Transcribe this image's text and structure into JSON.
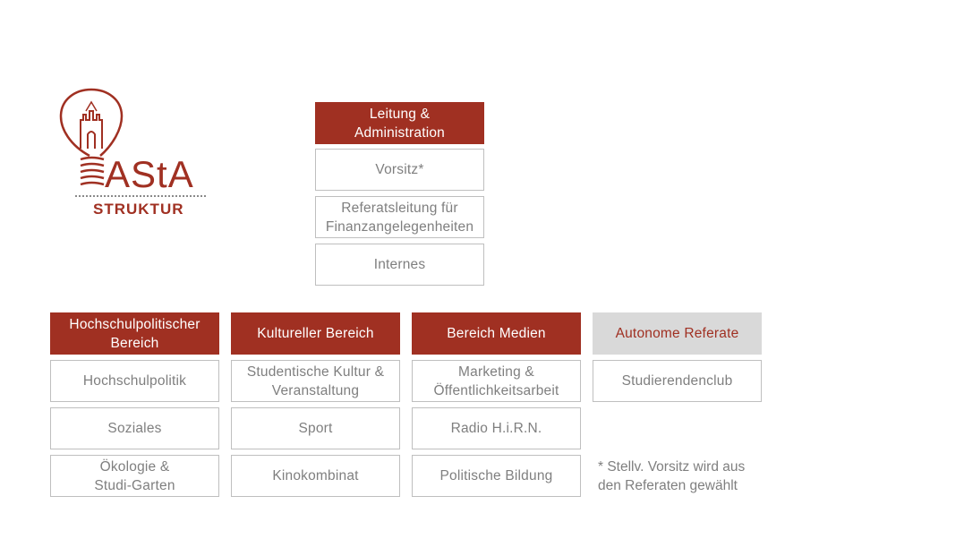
{
  "colors": {
    "accent": "#a03022",
    "box_border": "#bfbfbf",
    "box_text": "#7f7f7f",
    "autonomous_header": "#d9d9d9"
  },
  "logo": {
    "icon": "lightbulb-tower-icon",
    "word": "AStA",
    "subtitle": "STRUKTUR"
  },
  "leitung": {
    "header": "Leitung &\nAdministration",
    "items": [
      "Vorsitz*",
      "Referatsleitung für\nFinanzangelegenheiten",
      "Internes"
    ]
  },
  "columns": [
    {
      "header": "Hochschulpolitischer\nBereich",
      "items": [
        "Hochschulpolitik",
        "Soziales",
        "Ökologie &\nStudi-Garten"
      ]
    },
    {
      "header": "Kultureller Bereich",
      "items": [
        "Studentische Kultur &\nVeranstaltung",
        "Sport",
        "Kinokombinat"
      ]
    },
    {
      "header": "Bereich Medien",
      "items": [
        "Marketing &\nÖffentlichkeitsarbeit",
        "Radio H.i.R.N.",
        "Politische Bildung"
      ]
    },
    {
      "header": "Autonome Referate",
      "items": [
        "Studierendenclub"
      ]
    }
  ],
  "footnote": "* Stellv. Vorsitz wird aus\n   den Referaten gewählt"
}
